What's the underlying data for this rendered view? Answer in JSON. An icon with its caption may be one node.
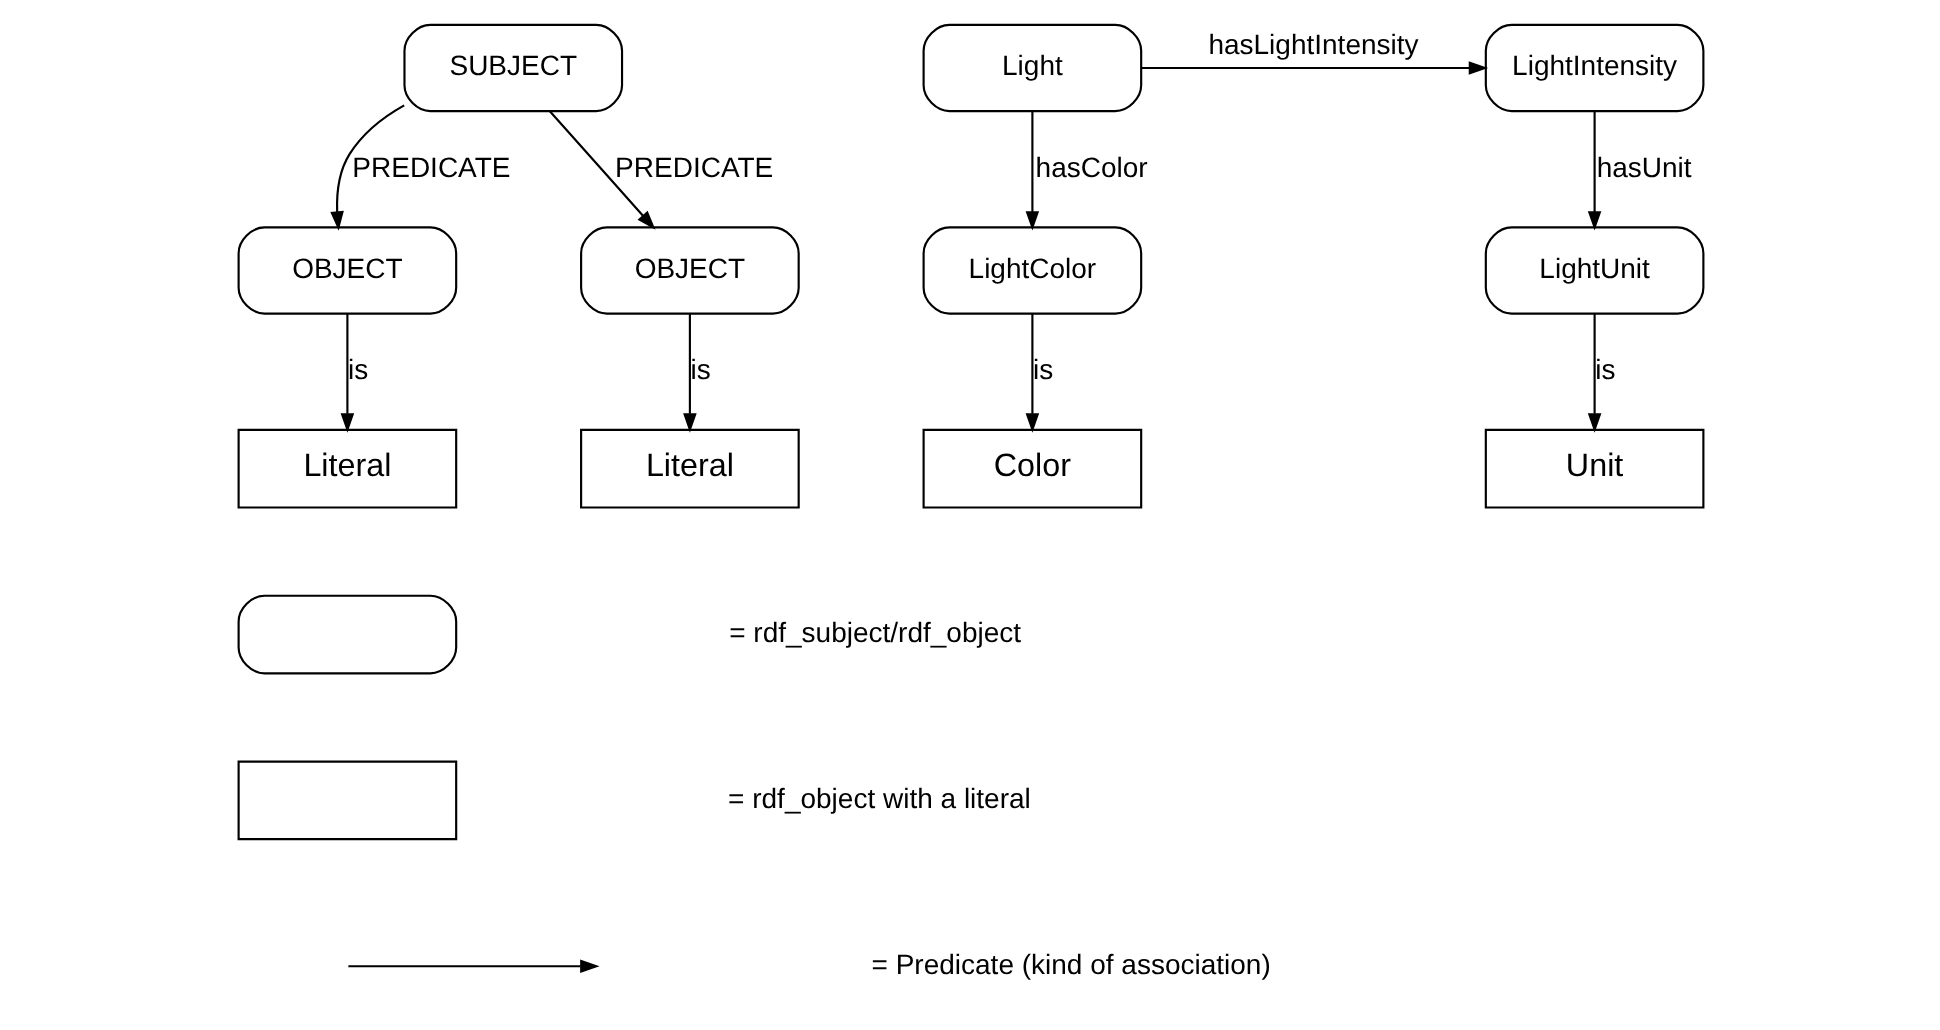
{
  "diagram": {
    "nodes": [
      {
        "text": [
          "SUBJECT"
        ]
      },
      {
        "text": [
          "OBJECT"
        ]
      },
      {
        "text": [
          "OBJECT"
        ]
      },
      {
        "text": [
          "Literal"
        ]
      },
      {
        "text": [
          "Literal"
        ]
      },
      {
        "text": [
          "LightIntensity"
        ]
      },
      {
        "text": [
          "Light"
        ]
      },
      {
        "text": [
          "LightUnit"
        ]
      },
      {
        "text": [
          "LightColor"
        ]
      },
      {
        "text": [
          "Unit"
        ]
      },
      {
        "text": [
          "Color"
        ]
      },
      {
        "text": [],
        "shape": "box"
      },
      {
        "text": [],
        "shape": "box"
      }
    ],
    "edges": [
      {
        "from": 0,
        "to": 1,
        "arrow": "to",
        "label": "PREDICATE"
      },
      {
        "from": 0,
        "to": 2,
        "arrow": "to",
        "label": "PREDICATE"
      },
      {
        "from": 1,
        "to": 3,
        "arrow": "to",
        "label": "is"
      },
      {
        "from": 2,
        "to": 4,
        "arrow": "to",
        "label": "is"
      },
      {
        "from": 6,
        "to": 5,
        "arrow": "to",
        "label": "hasLightIntensity"
      },
      {
        "from": 5,
        "to": 7,
        "arrow": "to",
        "label": "hasUnit"
      },
      {
        "from": 6,
        "to": 8,
        "arrow": "to",
        "label": "hasColor"
      },
      {
        "from": 7,
        "to": 9,
        "arrow": "to",
        "label": "is"
      },
      {
        "from": 8,
        "to": 10,
        "arrow": "to",
        "label": "is"
      }
    ],
    "legend": [
      {
        "text": "= rdf_subject/rdf_object"
      },
      {
        "text": "= rdf_object with a literal"
      },
      {
        "text": "= Predicate (kind of association)"
      }
    ]
  }
}
